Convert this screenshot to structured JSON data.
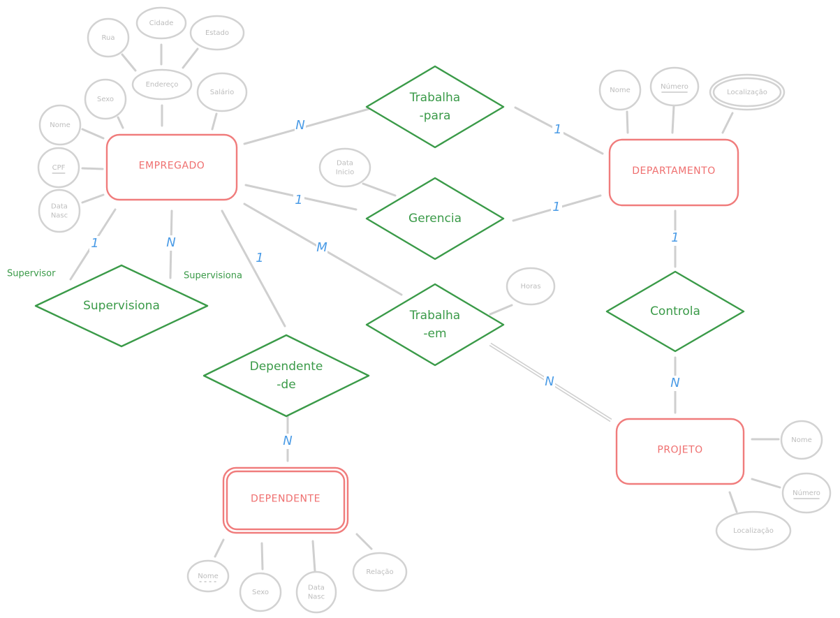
{
  "diagram": {
    "type": "entity-relationship",
    "colors": {
      "entity": "#ef6f6f",
      "relationship": "#3a9a48",
      "attribute": "#bdbdbd",
      "cardinality": "#4a9be6",
      "edge": "#cfcfcf"
    },
    "entities": [
      {
        "id": "empregado",
        "label": "EMPREGADO",
        "weak": false
      },
      {
        "id": "departamento",
        "label": "DEPARTAMENTO",
        "weak": false
      },
      {
        "id": "projeto",
        "label": "PROJETO",
        "weak": false
      },
      {
        "id": "dependente",
        "label": "DEPENDENTE",
        "weak": true
      }
    ],
    "relationships": [
      {
        "id": "trabalha-para",
        "lines": [
          "Trabalha",
          "-para"
        ]
      },
      {
        "id": "gerencia",
        "lines": [
          "Gerencia"
        ]
      },
      {
        "id": "trabalha-em",
        "lines": [
          "Trabalha",
          "-em"
        ]
      },
      {
        "id": "controla",
        "lines": [
          "Controla"
        ]
      },
      {
        "id": "supervisiona",
        "lines": [
          "Supervisiona"
        ]
      },
      {
        "id": "dependente-de",
        "lines": [
          "Dependente",
          "-de"
        ]
      }
    ],
    "attributes": [
      {
        "id": "emp-rua",
        "lines": [
          "Rua"
        ],
        "key": false
      },
      {
        "id": "emp-cidade",
        "lines": [
          "Cidade"
        ],
        "key": false
      },
      {
        "id": "emp-estado",
        "lines": [
          "Estado"
        ],
        "key": false
      },
      {
        "id": "emp-endereco",
        "lines": [
          "Endereço"
        ],
        "key": false
      },
      {
        "id": "emp-sexo",
        "lines": [
          "Sexo"
        ],
        "key": false
      },
      {
        "id": "emp-salario",
        "lines": [
          "Salário"
        ],
        "key": false
      },
      {
        "id": "emp-nome",
        "lines": [
          "Nome"
        ],
        "key": false
      },
      {
        "id": "emp-cpf",
        "lines": [
          "CPF"
        ],
        "key": true
      },
      {
        "id": "emp-datanasc",
        "lines": [
          "Data",
          "Nasc"
        ],
        "key": false
      },
      {
        "id": "ger-datainicio",
        "lines": [
          "Data",
          "Inicio"
        ],
        "key": false
      },
      {
        "id": "dep-nome",
        "lines": [
          "Nome"
        ],
        "key": false
      },
      {
        "id": "dep-numero",
        "lines": [
          "Número"
        ],
        "key": true
      },
      {
        "id": "dep-localizacao",
        "lines": [
          "Localização"
        ],
        "key": false,
        "multivalued": true
      },
      {
        "id": "te-horas",
        "lines": [
          "Horas"
        ],
        "key": false
      },
      {
        "id": "proj-nome",
        "lines": [
          "Nome"
        ],
        "key": false
      },
      {
        "id": "proj-numero",
        "lines": [
          "Número"
        ],
        "key": true
      },
      {
        "id": "proj-localizacao",
        "lines": [
          "Localização"
        ],
        "key": false
      },
      {
        "id": "dpd-nome",
        "lines": [
          "Nome"
        ],
        "key": false,
        "partial_key": true
      },
      {
        "id": "dpd-sexo",
        "lines": [
          "Sexo"
        ],
        "key": false
      },
      {
        "id": "dpd-datanasc",
        "lines": [
          "Data",
          "Nasc"
        ],
        "key": false
      },
      {
        "id": "dpd-relacao",
        "lines": [
          "Relação"
        ],
        "key": false
      }
    ],
    "cardinalities": [
      {
        "id": "emp-trabalha-para",
        "label": "N"
      },
      {
        "id": "dep-trabalha-para",
        "label": "1"
      },
      {
        "id": "emp-gerencia",
        "label": "1"
      },
      {
        "id": "dep-gerencia",
        "label": "1"
      },
      {
        "id": "emp-trabalha-em",
        "label": "M"
      },
      {
        "id": "proj-trabalha-em",
        "label": "N"
      },
      {
        "id": "dep-controla",
        "label": "1"
      },
      {
        "id": "proj-controla",
        "label": "N"
      },
      {
        "id": "supervisor-side",
        "label": "1"
      },
      {
        "id": "supervisionado-side",
        "label": "N"
      },
      {
        "id": "emp-dependente-de",
        "label": "1"
      },
      {
        "id": "dpd-dependente-de",
        "label": "N"
      }
    ],
    "roles": [
      {
        "id": "role-supervisor",
        "label": "Supervisor"
      },
      {
        "id": "role-supervisiona",
        "label": "Supervisiona"
      }
    ]
  }
}
